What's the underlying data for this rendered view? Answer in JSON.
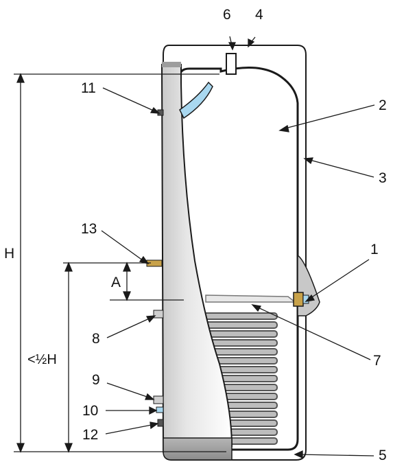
{
  "diagram": {
    "callouts": {
      "c1": "1",
      "c2": "2",
      "c3": "3",
      "c4": "4",
      "c5": "5",
      "c6": "6",
      "c7": "7",
      "c8": "8",
      "c9": "9",
      "c10": "10",
      "c11": "11",
      "c12": "12",
      "c13": "13"
    },
    "dimensions": {
      "height": "H",
      "offset": "A",
      "half_height": "<½H"
    },
    "colors": {
      "outline": "#1a1a1a",
      "tank_shade": "#d4d4d4",
      "base_shade": "#9a9a9a",
      "anode_blue": "#a9d8f0",
      "fitting_brass": "#c8a24a"
    }
  }
}
